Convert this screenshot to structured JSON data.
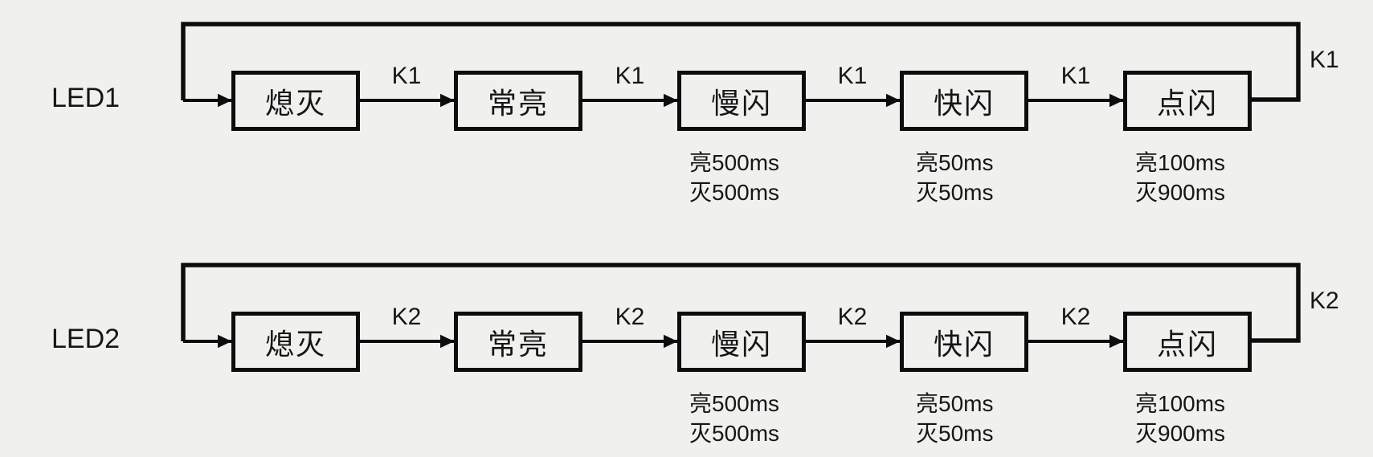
{
  "diagram": {
    "background": "#f0f0ee",
    "line_color": "#0d0d0d",
    "text_color": "#161616"
  },
  "rows": [
    {
      "label": "LED1",
      "loop_label": "K1",
      "transitions": [
        "K1",
        "K1",
        "K1",
        "K1"
      ],
      "states": [
        {
          "label": "熄灭"
        },
        {
          "label": "常亮"
        },
        {
          "label": "慢闪",
          "timing": [
            "亮500ms",
            "灭500ms"
          ]
        },
        {
          "label": "快闪",
          "timing": [
            "亮50ms",
            "灭50ms"
          ]
        },
        {
          "label": "点闪",
          "timing": [
            "亮100ms",
            "灭900ms"
          ]
        }
      ]
    },
    {
      "label": "LED2",
      "loop_label": "K2",
      "transitions": [
        "K2",
        "K2",
        "K2",
        "K2"
      ],
      "states": [
        {
          "label": "熄灭"
        },
        {
          "label": "常亮"
        },
        {
          "label": "慢闪",
          "timing": [
            "亮500ms",
            "灭500ms"
          ]
        },
        {
          "label": "快闪",
          "timing": [
            "亮50ms",
            "灭50ms"
          ]
        },
        {
          "label": "点闪",
          "timing": [
            "亮100ms",
            "灭900ms"
          ]
        }
      ]
    }
  ]
}
